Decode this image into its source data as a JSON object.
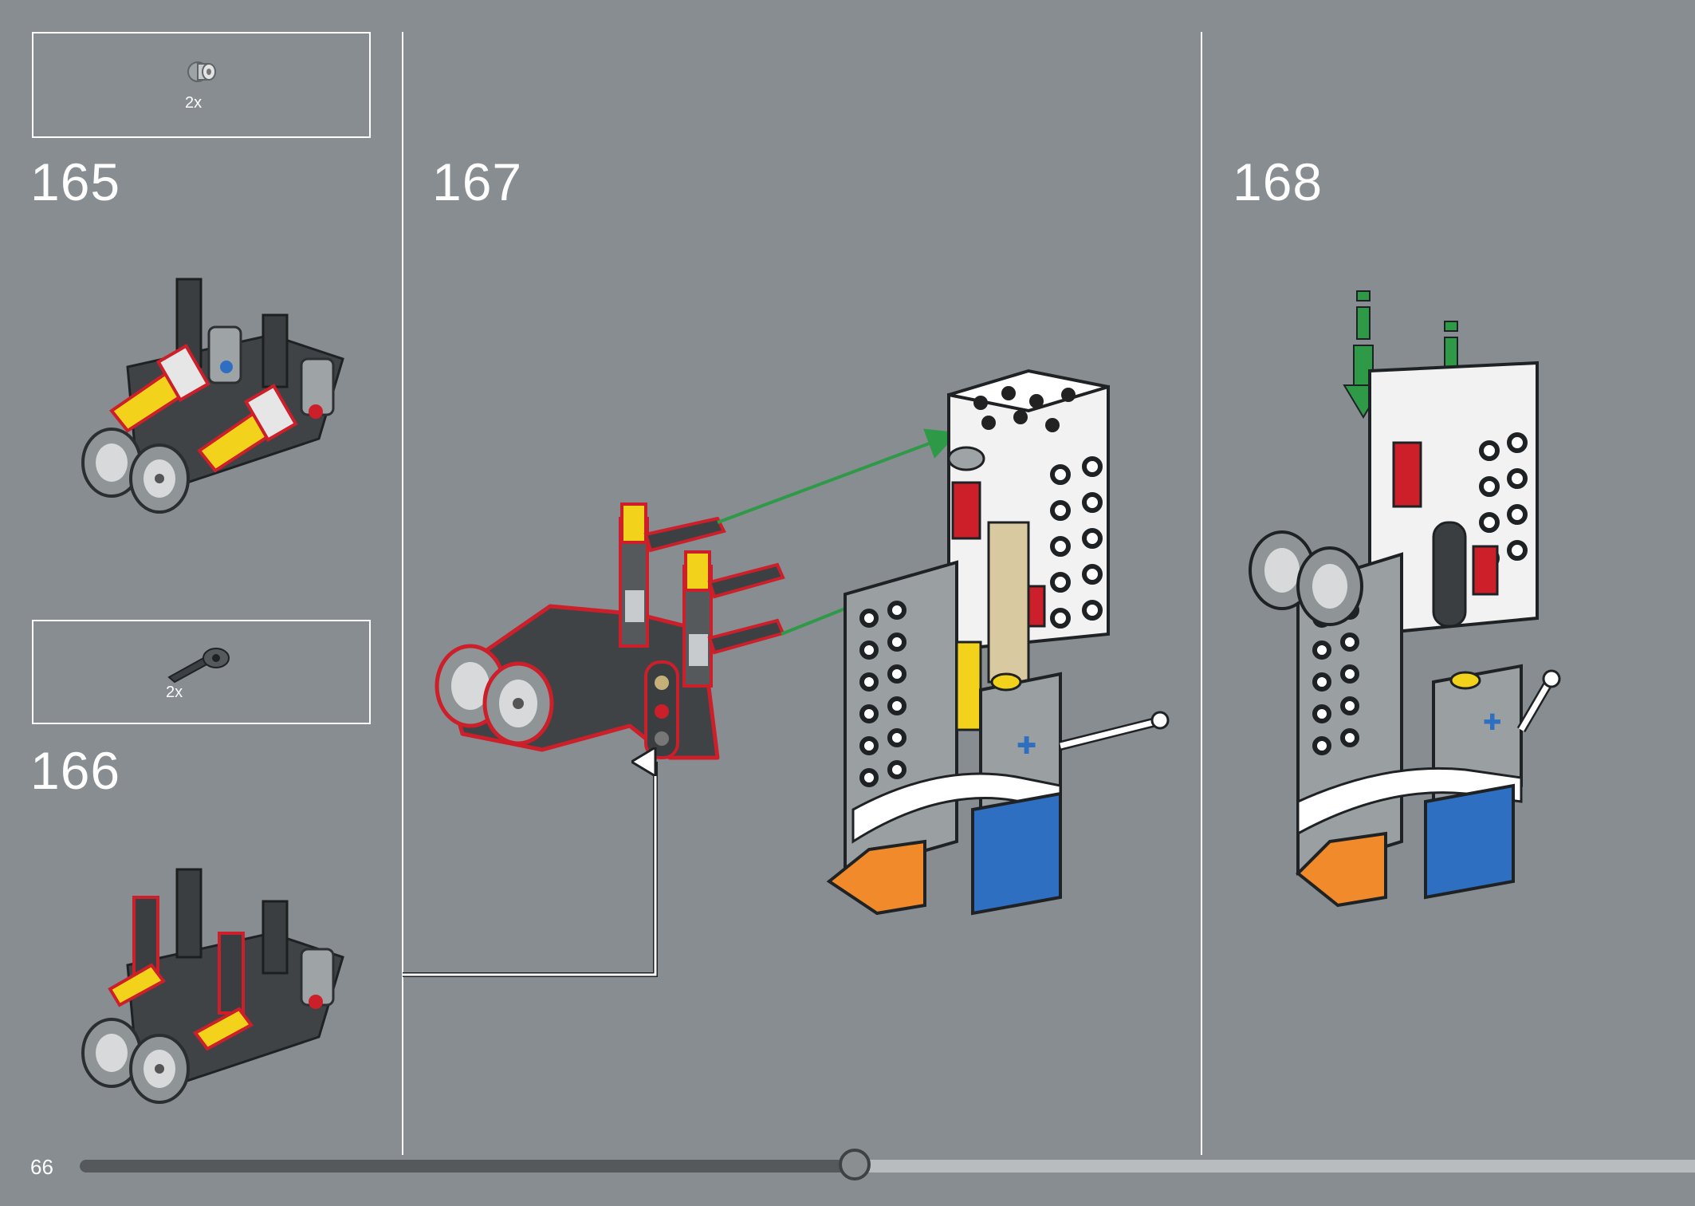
{
  "page": {
    "number": "66",
    "progress": 0.48
  },
  "steps": [
    {
      "id": "165",
      "label": "165",
      "callout": {
        "qty": "2x",
        "part_icon": "bush-icon"
      }
    },
    {
      "id": "166",
      "label": "166",
      "callout": {
        "qty": "2x",
        "part_icon": "axle-pin-icon"
      }
    },
    {
      "id": "167",
      "label": "167"
    },
    {
      "id": "168",
      "label": "168"
    }
  ],
  "colors": {
    "background": "#878d90",
    "highlight_red": "#cc1f2a",
    "arrow_green": "#2e9a47",
    "pin_yellow": "#f2d21b",
    "brick_orange": "#f08a2a",
    "brick_blue": "#2f6fc2"
  }
}
